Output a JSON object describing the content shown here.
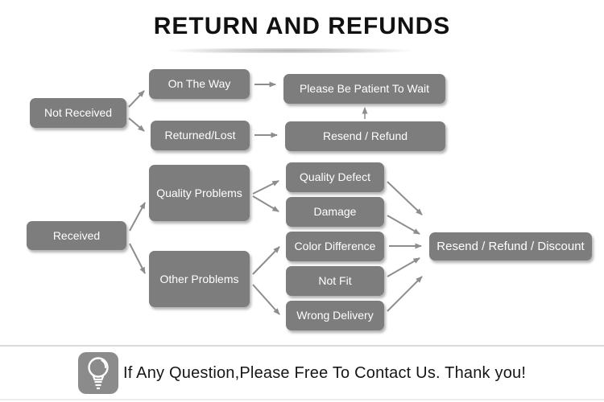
{
  "title": "RETURN AND REFUNDS",
  "colors": {
    "node_fill": "#7d7d7d",
    "node_text": "#ffffff",
    "arrow": "#8d8d8d",
    "title_text": "#111111",
    "divider": "#d9d9d9",
    "badge_fill": "#8b8b8b"
  },
  "flowchart": {
    "nodes": {
      "not_received": {
        "label": "Not Received"
      },
      "on_the_way": {
        "label": "On The Way"
      },
      "returned_lost": {
        "label": "Returned/Lost"
      },
      "please_wait": {
        "label": "Please Be Patient To Wait"
      },
      "resend_refund": {
        "label": "Resend / Refund"
      },
      "received": {
        "label": "Received"
      },
      "quality_problems": {
        "label": "Quality Problems"
      },
      "other_problems": {
        "label": "Other Problems"
      },
      "quality_defect": {
        "label": "Quality Defect"
      },
      "damage": {
        "label": "Damage"
      },
      "color_difference": {
        "label": "Color Difference"
      },
      "not_fit": {
        "label": "Not Fit"
      },
      "wrong_delivery": {
        "label": "Wrong Delivery"
      },
      "resend_refund_discount": {
        "label": "Resend / Refund / Discount"
      }
    },
    "edges": [
      {
        "from": "not_received",
        "to": "on_the_way"
      },
      {
        "from": "not_received",
        "to": "returned_lost"
      },
      {
        "from": "on_the_way",
        "to": "please_wait"
      },
      {
        "from": "returned_lost",
        "to": "resend_refund"
      },
      {
        "from": "resend_refund",
        "to": "please_wait"
      },
      {
        "from": "received",
        "to": "quality_problems"
      },
      {
        "from": "received",
        "to": "other_problems"
      },
      {
        "from": "quality_problems",
        "to": "quality_defect"
      },
      {
        "from": "quality_problems",
        "to": "damage"
      },
      {
        "from": "other_problems",
        "to": "color_difference"
      },
      {
        "from": "other_problems",
        "to": "wrong_delivery"
      },
      {
        "from": "quality_defect",
        "to": "resend_refund_discount"
      },
      {
        "from": "damage",
        "to": "resend_refund_discount"
      },
      {
        "from": "color_difference",
        "to": "resend_refund_discount"
      },
      {
        "from": "not_fit",
        "to": "resend_refund_discount"
      },
      {
        "from": "wrong_delivery",
        "to": "resend_refund_discount"
      }
    ]
  },
  "footer": {
    "icon": "light-bulb-icon",
    "message": "If Any Question,Please Free To Contact Us. Thank you!"
  }
}
